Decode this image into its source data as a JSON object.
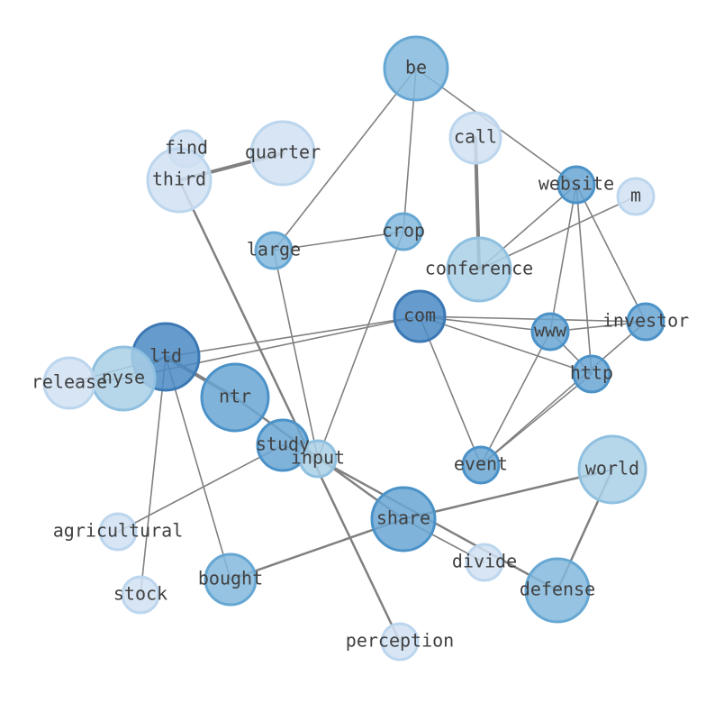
{
  "palette": [
    "#d0e1f2",
    "#a9cfe6",
    "#84b9dc",
    "#6aa6d4",
    "#4b8bc4"
  ],
  "stroke_palette": [
    "#bcd6ee",
    "#8fc0e0",
    "#66a7d3",
    "#4a92c8",
    "#3b78b4"
  ],
  "nodes": [
    {
      "id": "be",
      "label": "be",
      "size": 3,
      "shade": 2
    },
    {
      "id": "find",
      "label": "find",
      "size": 1,
      "shade": 0
    },
    {
      "id": "quarter",
      "label": "quarter",
      "size": 3,
      "shade": 0
    },
    {
      "id": "third",
      "label": "third",
      "size": 3,
      "shade": 0
    },
    {
      "id": "call",
      "label": "call",
      "size": 2,
      "shade": 0
    },
    {
      "id": "website",
      "label": "website",
      "size": 1,
      "shade": 3
    },
    {
      "id": "m",
      "label": "m",
      "size": 1,
      "shade": 0
    },
    {
      "id": "crop",
      "label": "crop",
      "size": 1,
      "shade": 2
    },
    {
      "id": "large",
      "label": "large",
      "size": 1,
      "shade": 2
    },
    {
      "id": "conference",
      "label": "conference",
      "size": 3,
      "shade": 1
    },
    {
      "id": "com",
      "label": "com",
      "size": 2,
      "shade": 4
    },
    {
      "id": "investor",
      "label": "investor",
      "size": 1,
      "shade": 3
    },
    {
      "id": "www",
      "label": "www",
      "size": 1,
      "shade": 3
    },
    {
      "id": "ltd",
      "label": "ltd",
      "size": 4,
      "shade": 4
    },
    {
      "id": "nyse",
      "label": "nyse",
      "size": 3,
      "shade": 1
    },
    {
      "id": "release",
      "label": "release",
      "size": 2,
      "shade": 0
    },
    {
      "id": "http",
      "label": "http",
      "size": 1,
      "shade": 3
    },
    {
      "id": "ntr",
      "label": "ntr",
      "size": 4,
      "shade": 3
    },
    {
      "id": "study",
      "label": "study",
      "size": 2,
      "shade": 3
    },
    {
      "id": "input",
      "label": "input",
      "size": 1,
      "shade": 1
    },
    {
      "id": "event",
      "label": "event",
      "size": 1,
      "shade": 3
    },
    {
      "id": "world",
      "label": "world",
      "size": 4,
      "shade": 1
    },
    {
      "id": "agricultural",
      "label": "agricultural",
      "size": 1,
      "shade": 0
    },
    {
      "id": "share",
      "label": "share",
      "size": 3,
      "shade": 3
    },
    {
      "id": "divide",
      "label": "divide",
      "size": 1,
      "shade": 0
    },
    {
      "id": "stock",
      "label": "stock",
      "size": 1,
      "shade": 0
    },
    {
      "id": "bought",
      "label": "bought",
      "size": 2,
      "shade": 2
    },
    {
      "id": "defense",
      "label": "defense",
      "size": 3,
      "shade": 2
    },
    {
      "id": "perception",
      "label": "perception",
      "size": 1,
      "shade": 0
    }
  ],
  "edges": [
    {
      "source": "third",
      "target": "quarter",
      "weight": 4
    },
    {
      "source": "third",
      "target": "perception",
      "weight": 2
    },
    {
      "source": "call",
      "target": "conference",
      "weight": 4
    },
    {
      "source": "be",
      "target": "large",
      "weight": 1
    },
    {
      "source": "be",
      "target": "crop",
      "weight": 1
    },
    {
      "source": "be",
      "target": "website",
      "weight": 1
    },
    {
      "source": "large",
      "target": "crop",
      "weight": 1
    },
    {
      "source": "large",
      "target": "input",
      "weight": 1
    },
    {
      "source": "crop",
      "target": "input",
      "weight": 1
    },
    {
      "source": "website",
      "target": "conference",
      "weight": 1
    },
    {
      "source": "website",
      "target": "www",
      "weight": 1
    },
    {
      "source": "website",
      "target": "http",
      "weight": 1
    },
    {
      "source": "website",
      "target": "investor",
      "weight": 1
    },
    {
      "source": "m",
      "target": "conference",
      "weight": 1
    },
    {
      "source": "com",
      "target": "ltd",
      "weight": 1
    },
    {
      "source": "com",
      "target": "nyse",
      "weight": 1
    },
    {
      "source": "com",
      "target": "www",
      "weight": 1
    },
    {
      "source": "com",
      "target": "investor",
      "weight": 1
    },
    {
      "source": "com",
      "target": "http",
      "weight": 1
    },
    {
      "source": "com",
      "target": "event",
      "weight": 1
    },
    {
      "source": "www",
      "target": "investor",
      "weight": 1
    },
    {
      "source": "www",
      "target": "http",
      "weight": 1
    },
    {
      "source": "www",
      "target": "event",
      "weight": 1
    },
    {
      "source": "investor",
      "target": "event",
      "weight": 1
    },
    {
      "source": "http",
      "target": "event",
      "weight": 1
    },
    {
      "source": "ltd",
      "target": "ntr",
      "weight": 4
    },
    {
      "source": "ltd",
      "target": "release",
      "weight": 1
    },
    {
      "source": "ltd",
      "target": "nyse",
      "weight": 1
    },
    {
      "source": "ltd",
      "target": "stock",
      "weight": 1
    },
    {
      "source": "ltd",
      "target": "bought",
      "weight": 1
    },
    {
      "source": "release",
      "target": "nyse",
      "weight": 1
    },
    {
      "source": "ntr",
      "target": "share",
      "weight": 2
    },
    {
      "source": "study",
      "target": "agricultural",
      "weight": 1
    },
    {
      "source": "study",
      "target": "input",
      "weight": 1
    },
    {
      "source": "input",
      "target": "defense",
      "weight": 2
    },
    {
      "source": "share",
      "target": "world",
      "weight": 2
    },
    {
      "source": "share",
      "target": "bought",
      "weight": 2
    },
    {
      "source": "share",
      "target": "divide",
      "weight": 1
    },
    {
      "source": "world",
      "target": "defense",
      "weight": 2
    }
  ]
}
